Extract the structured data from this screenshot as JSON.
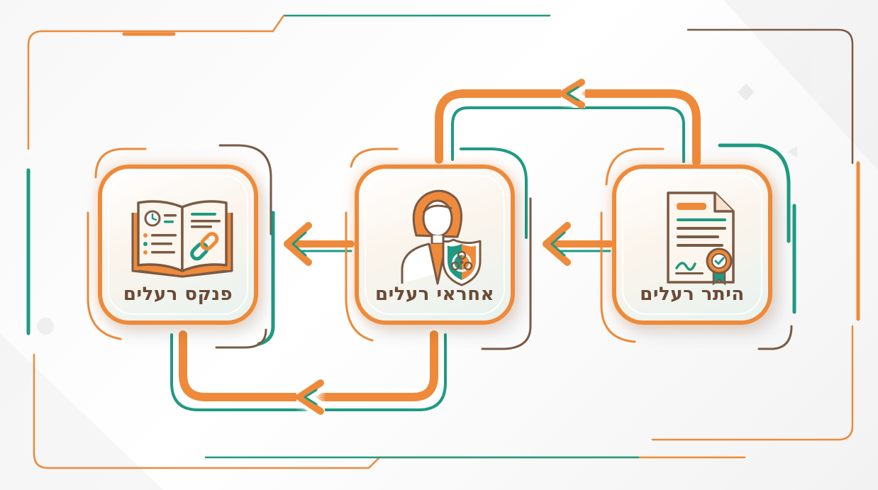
{
  "steps": [
    {
      "label": "היתר רעלים",
      "icon": "document-certificate-icon"
    },
    {
      "label": "אחראי רעלים",
      "icon": "officer-biohazard-shield-icon"
    },
    {
      "label": "פנקס רעלים",
      "icon": "open-logbook-icon"
    }
  ],
  "colors": {
    "orange": "#ee8a3a",
    "teal": "#1f9a82",
    "brown": "#7a5a44",
    "label": "#6b4a36"
  }
}
